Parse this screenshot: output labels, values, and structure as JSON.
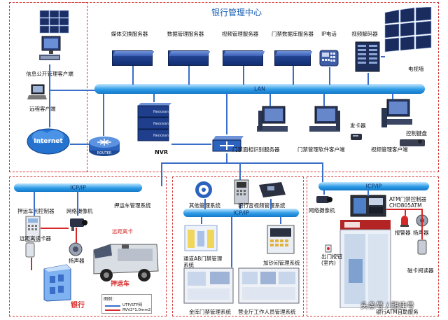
{
  "center_title": "银行管理中心",
  "lan_label": "LAN",
  "left_panel": {
    "info_client": "信息公开管理客户端",
    "remote_client": "远程客户端",
    "internet": "Internet",
    "router": "ROUTER"
  },
  "servers": [
    "媒体交换服务器",
    "数据管理服务器",
    "视频管理服务器",
    "门禁数据库服务器",
    "IP电话",
    "视频解码器"
  ],
  "tv_wall": "电视墙",
  "lower_devices": {
    "nvr": "NVR",
    "nvr_brand": "Neocean",
    "face_server": "门禁面相识别服务器",
    "access_client": "门禁管理软件客户端",
    "card_issuer": "发卡器",
    "keyboard": "控制键盘",
    "video_client": "视频管理客户端"
  },
  "icp_ip": "ICP/IP",
  "escort": {
    "system": "押运车管理系统",
    "controller": "押运车制控制器",
    "camera": "网络摄像机",
    "card_reader": "远距离读卡器",
    "horn": "扬声器",
    "truck_card": "远距离卡",
    "truck": "押运车",
    "bank": "银行",
    "legend_title": "图例：",
    "legend_utp": "UTP/STP网",
    "legend_rvv": "RVV2*1.0mm2"
  },
  "middle": {
    "other": "其他管理系统",
    "intercom": "银行音视频管理系统",
    "ab_gate": "通道AB门禁管理系统",
    "cash_room": "加钞间管理系统",
    "vault": "金库门禁管理系统",
    "staff": "营业厅工作人员管理系统"
  },
  "atm": {
    "controller": "ATM门禁控制器",
    "model": "CHD805ATM",
    "camera": "网络摄像机",
    "alarm": "报警器",
    "horn": "扬声器",
    "exit_button": "出门按钮",
    "exit_sub": "(室内)",
    "mag_reader": "磁卡阅读器",
    "title": "银行ATM自助服务"
  },
  "watermark": "头条号 / 甜佳号",
  "colors": {
    "bus_blue": "#2d9be6",
    "dash_red": "#d63a3a",
    "title_blue": "#1a5fb4"
  }
}
